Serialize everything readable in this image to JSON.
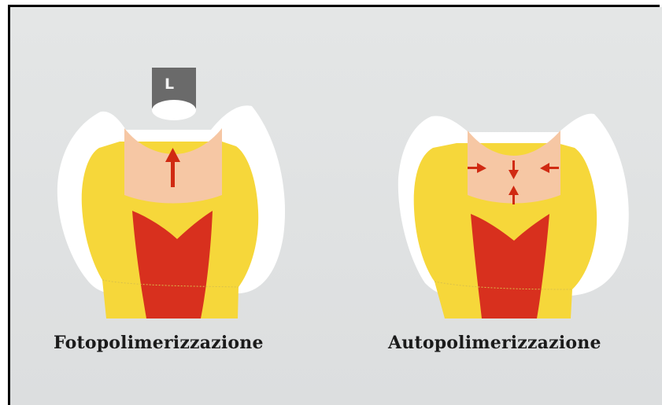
{
  "captions": {
    "left": "Fotopolimerizzazione",
    "right": "Autopolimerizzazione"
  },
  "lamp": {
    "label": "L"
  },
  "colors": {
    "background": "#dfe1e1",
    "enamel": "#ffffff",
    "dentin": "#f6d73a",
    "pulp": "#d8301e",
    "composite": "#f6c7a4",
    "arrow": "#d02a12",
    "lamp": "#6a6a6a"
  }
}
